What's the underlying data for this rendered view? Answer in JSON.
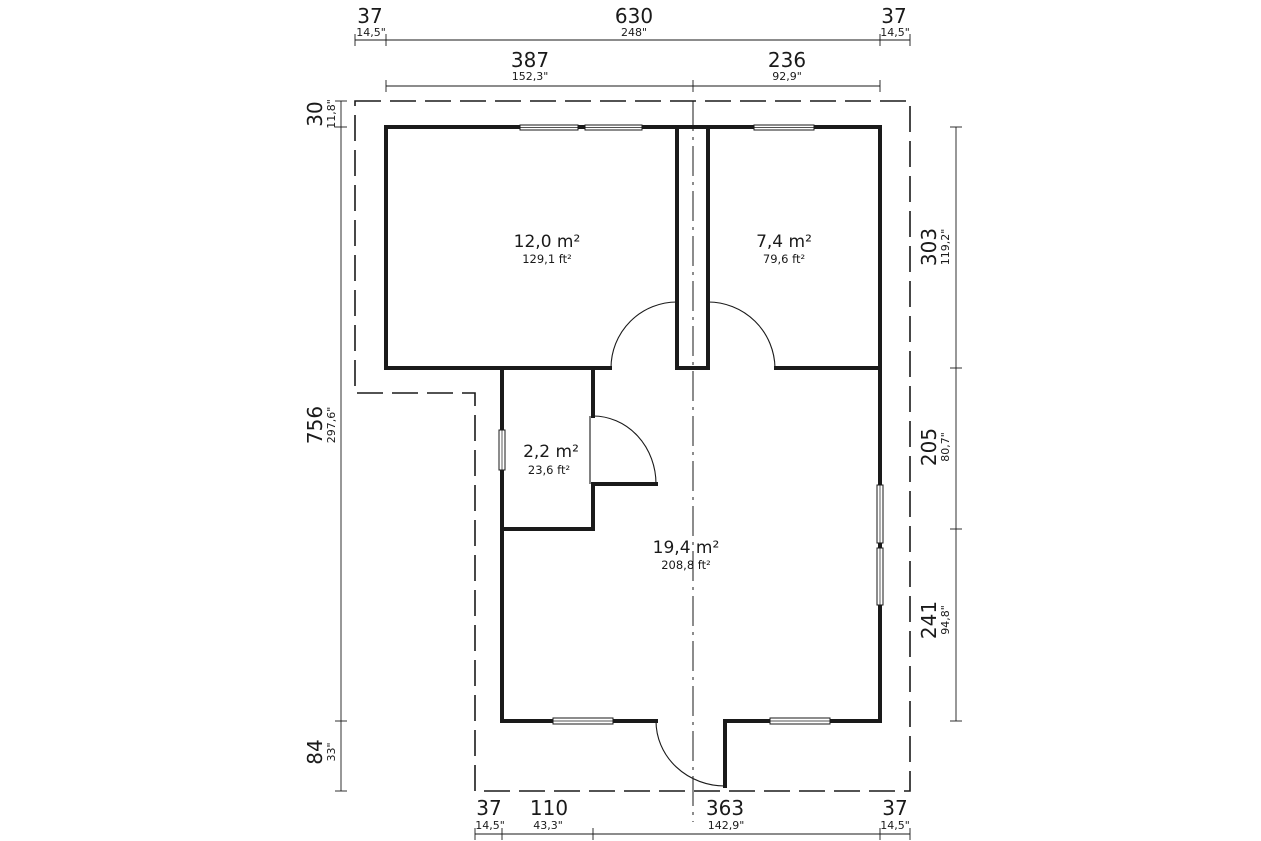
{
  "rooms": [
    {
      "area_m2": "12,0 m²",
      "area_ft2": "129,1 ft²"
    },
    {
      "area_m2": "7,4 m²",
      "area_ft2": "79,6 ft²"
    },
    {
      "area_m2": "2,2 m²",
      "area_ft2": "23,6 ft²"
    },
    {
      "area_m2": "19,4 m²",
      "area_ft2": "208,8 ft²"
    }
  ],
  "dimensions": {
    "top_overall": [
      {
        "cm": "37",
        "inch": "14,5\""
      },
      {
        "cm": "630",
        "inch": "248\""
      },
      {
        "cm": "37",
        "inch": "14,5\""
      }
    ],
    "top_rooms": [
      {
        "cm": "387",
        "inch": "152,3\""
      },
      {
        "cm": "236",
        "inch": "92,9\""
      }
    ],
    "left": [
      {
        "cm": "30",
        "inch": "11,8\""
      },
      {
        "cm": "756",
        "inch": "297,6\""
      },
      {
        "cm": "84",
        "inch": "33\""
      }
    ],
    "right": [
      {
        "cm": "303",
        "inch": "119,2\""
      },
      {
        "cm": "205",
        "inch": "80,7\""
      },
      {
        "cm": "241",
        "inch": "94,8\""
      }
    ],
    "bottom": [
      {
        "cm": "37",
        "inch": "14,5\""
      },
      {
        "cm": "110",
        "inch": "43,3\""
      },
      {
        "cm": "363",
        "inch": "142,9\""
      },
      {
        "cm": "37",
        "inch": "14,5\""
      }
    ]
  }
}
